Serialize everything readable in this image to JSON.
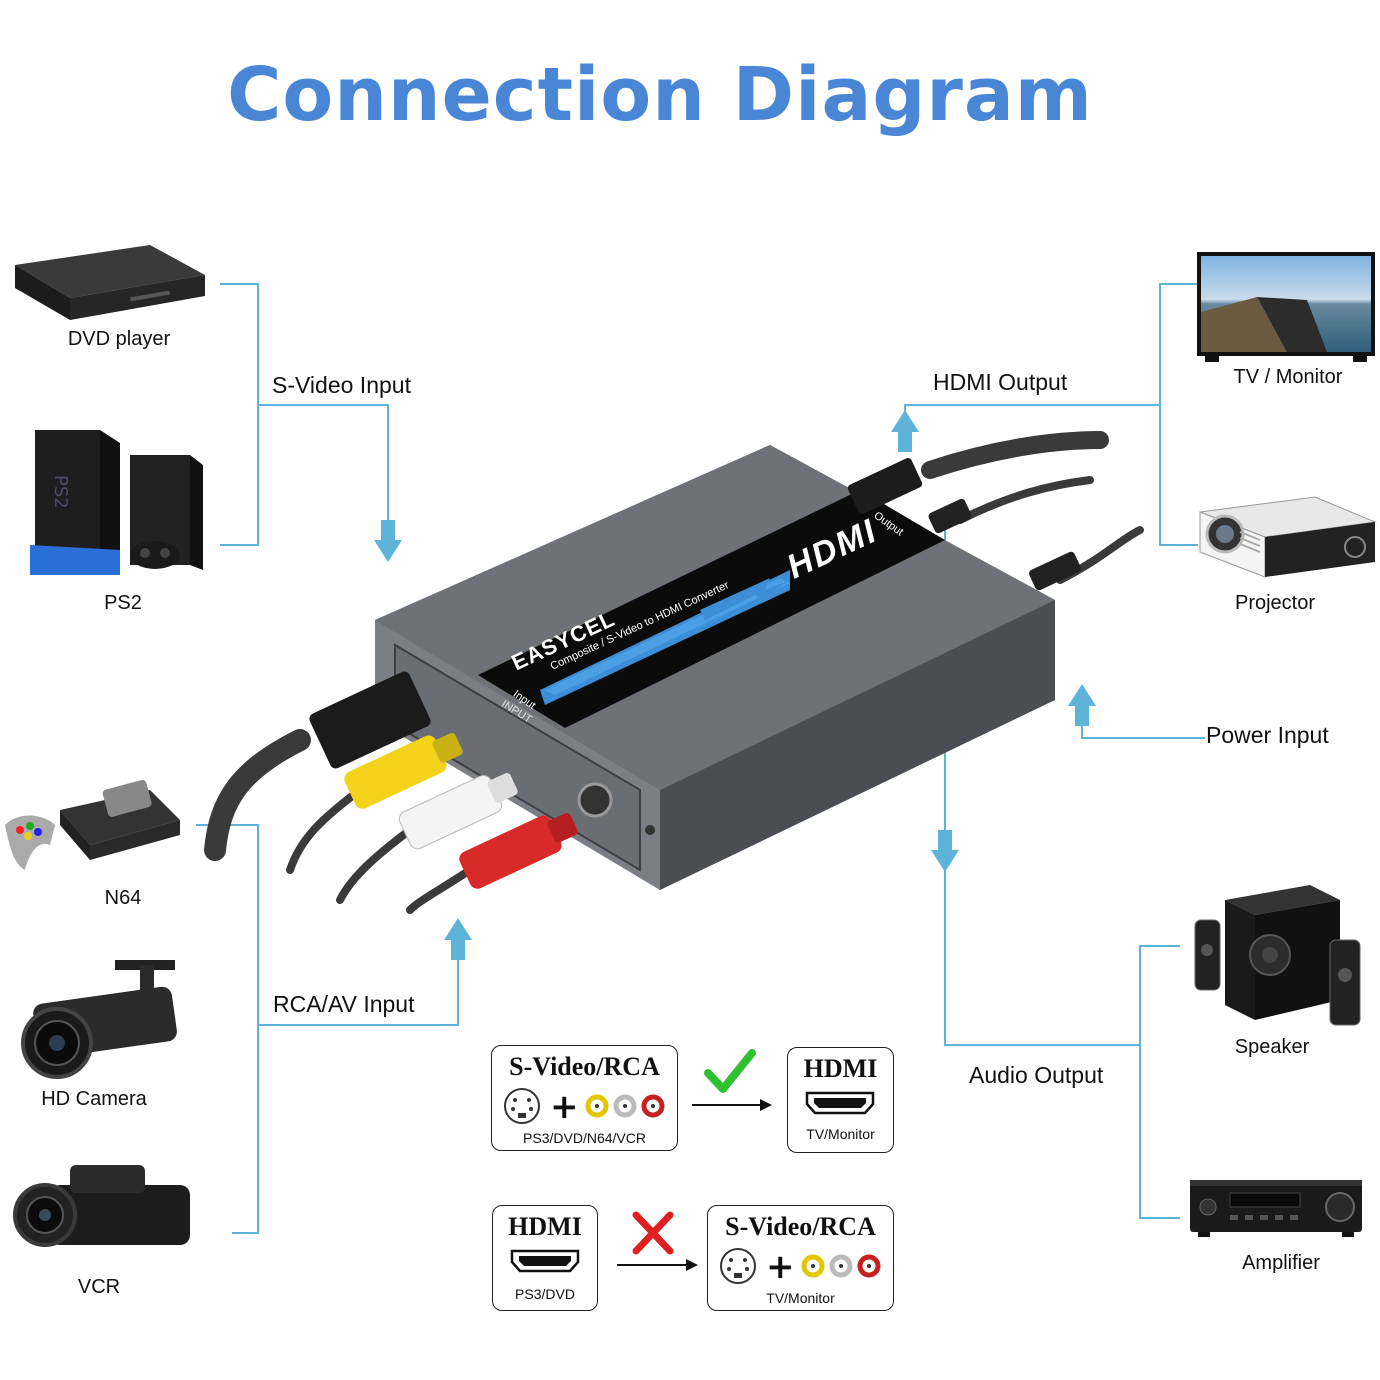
{
  "title": "Connection Diagram",
  "colors": {
    "title": "#4a86d6",
    "connector": "#5db4d8",
    "check": "#2fc02f",
    "cross": "#e02020",
    "device_body": "#6e7177"
  },
  "devices_left": [
    {
      "label": "DVD player",
      "icon": "dvd-player-icon"
    },
    {
      "label": "PS2",
      "icon": "ps2-console-icon"
    },
    {
      "label": "N64",
      "icon": "n64-console-icon"
    },
    {
      "label": "HD Camera",
      "icon": "security-camera-icon"
    },
    {
      "label": "VCR",
      "icon": "camcorder-icon"
    }
  ],
  "devices_right": [
    {
      "label": "TV / Monitor",
      "icon": "tv-monitor-icon"
    },
    {
      "label": "Projector",
      "icon": "projector-icon"
    },
    {
      "label": "Speaker",
      "icon": "speaker-icon"
    },
    {
      "label": "Amplifier",
      "icon": "amplifier-icon"
    }
  ],
  "ports": {
    "svideo_input": "S-Video Input",
    "hdmi_output": "HDMI Output",
    "power_input": "Power Input",
    "rca_input": "RCA/AV Input",
    "audio_output": "Audio Output"
  },
  "converter": {
    "brand": "EASYCEL",
    "subtitle": "Composite / S-Video to HDMI Converter",
    "hdmi_logo": "HDMI",
    "output_label": "Output",
    "input_label": "Input",
    "input_panel_label": "INPUT"
  },
  "compat": {
    "supported": {
      "source_title": "S-Video/RCA",
      "source_sub": "PS3/DVD/N64/VCR",
      "target_title": "HDMI",
      "target_sub": "TV/Monitor",
      "mark": "check-icon"
    },
    "unsupported": {
      "source_title": "HDMI",
      "source_sub": "PS3/DVD",
      "target_title": "S-Video/RCA",
      "target_sub": "TV/Monitor",
      "mark": "cross-icon"
    }
  }
}
